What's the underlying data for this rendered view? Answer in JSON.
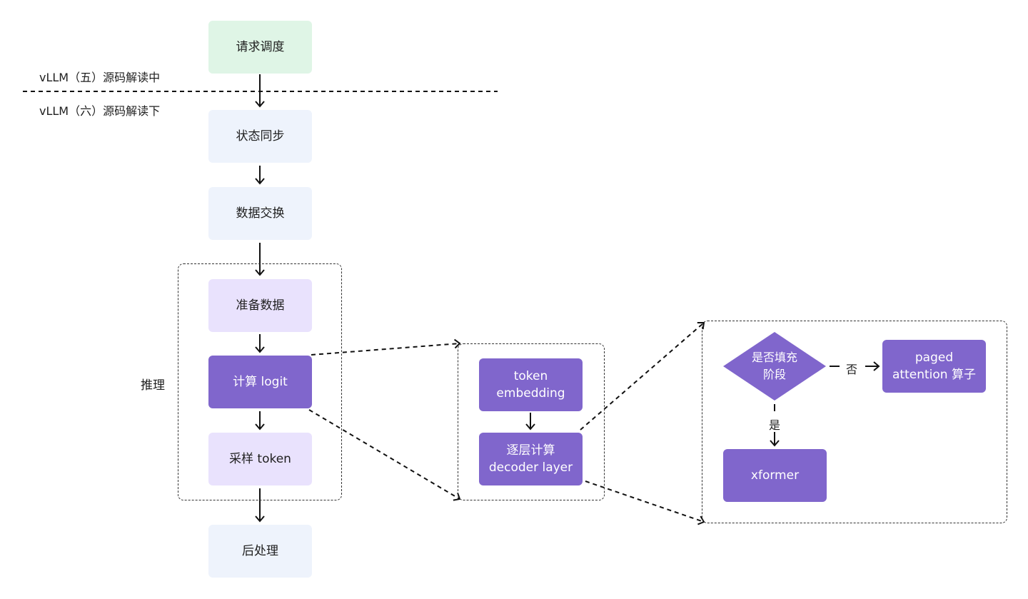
{
  "boundary": {
    "above_label": "vLLM（五）源码解读中",
    "below_label": "vLLM（六）源码解读下"
  },
  "steps": {
    "schedule": "请求调度",
    "sync": "状态同步",
    "exchange": "数据交换",
    "prepare": "准备数据",
    "logit": "计算 logit",
    "sample": "采样 token",
    "post": "后处理"
  },
  "inference_label": "推理",
  "logit_detail": {
    "embedding_line1": "token",
    "embedding_line2": "embedding",
    "layer_line1": "逐层计算",
    "layer_line2": "decoder layer"
  },
  "layer_detail": {
    "decision_line1": "是否填充",
    "decision_line2": "阶段",
    "no_label": "否",
    "yes_label": "是",
    "paged_line1": "paged",
    "paged_line2": "attention 算子",
    "xformer": "xformer"
  },
  "colors": {
    "green_fill": "#dff5e6",
    "blue_fill": "#eef3fc",
    "lavender_fill": "#e9e2fd",
    "purple_fill": "#8066cc"
  }
}
